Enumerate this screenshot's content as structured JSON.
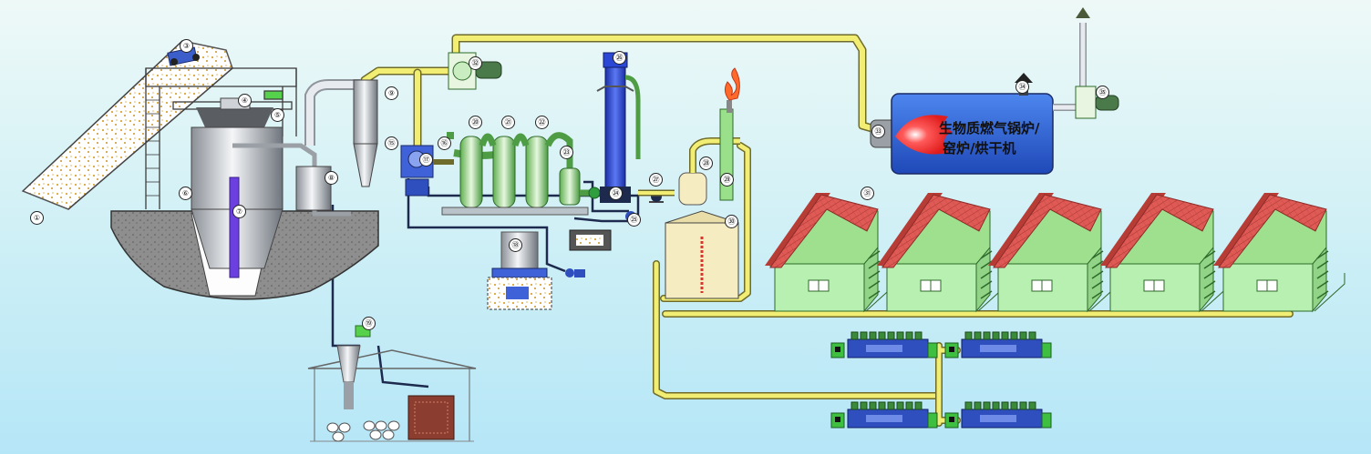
{
  "labels": {
    "boiler_line1": "生物质燃气锅炉/",
    "boiler_line2": "窑炉/烘干机"
  },
  "callouts": [
    "①",
    "③",
    "④",
    "⑤",
    "⑥",
    "⑦",
    "⑧",
    "⑨",
    "⑮",
    "⑯",
    "⑰",
    "⑱",
    "⑲",
    "⑳",
    "㉑",
    "㉒",
    "㉓",
    "㉔",
    "㉕",
    "㉖",
    "㉗",
    "㉘",
    "㉙",
    "㉚",
    "㉛",
    "㉜",
    "㉝",
    "㉞",
    "㉟"
  ],
  "colors": {
    "pipe_yellow": "#f2ee74",
    "pipe_dark": "#1d2a4d",
    "roof_red": "#d9534f",
    "house_green": "#b8f0b2",
    "boiler_blue": "#2d63d8",
    "tower_blue": "#2a47d6",
    "tank_beige": "#f6ecc2",
    "ground_gray": "#8b8b8b"
  }
}
